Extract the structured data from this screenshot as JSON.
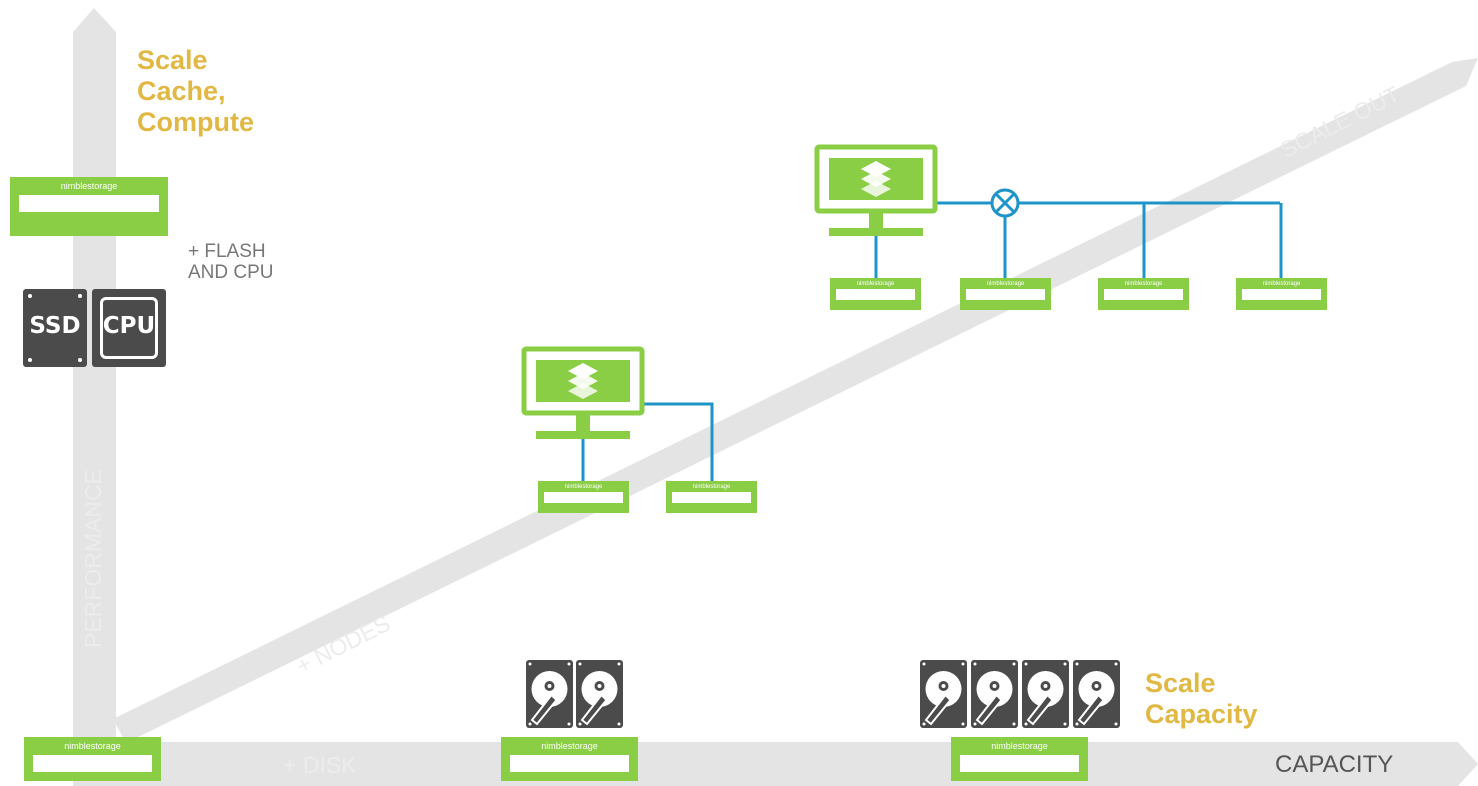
{
  "labels": {
    "scale_cache": "Scale\nCache,\nCompute",
    "scale_capacity": "Scale\nCapacity",
    "flash_cpu": "+ FLASH\nAND CPU",
    "capacity": "CAPACITY",
    "performance": "PERFORMANCE",
    "scale_out": "SCALE OUT",
    "nodes": "+ NODES",
    "disk": "+ DISK"
  },
  "array_brand": "nimblestorage",
  "chips": {
    "ssd": "SSD",
    "cpu": "CPU"
  },
  "colors": {
    "axis": "#e4e4e4",
    "array_green": "#8ace45",
    "heading_gold": "#e2b844",
    "link_blue": "#1e94c8",
    "disk_gray": "#4b4b4b"
  },
  "icons": {
    "ssd": "ssd-chip-icon",
    "cpu": "cpu-chip-icon",
    "disk": "hard-disk-icon",
    "monitor": "management-console-icon",
    "switch": "network-switch-icon"
  }
}
